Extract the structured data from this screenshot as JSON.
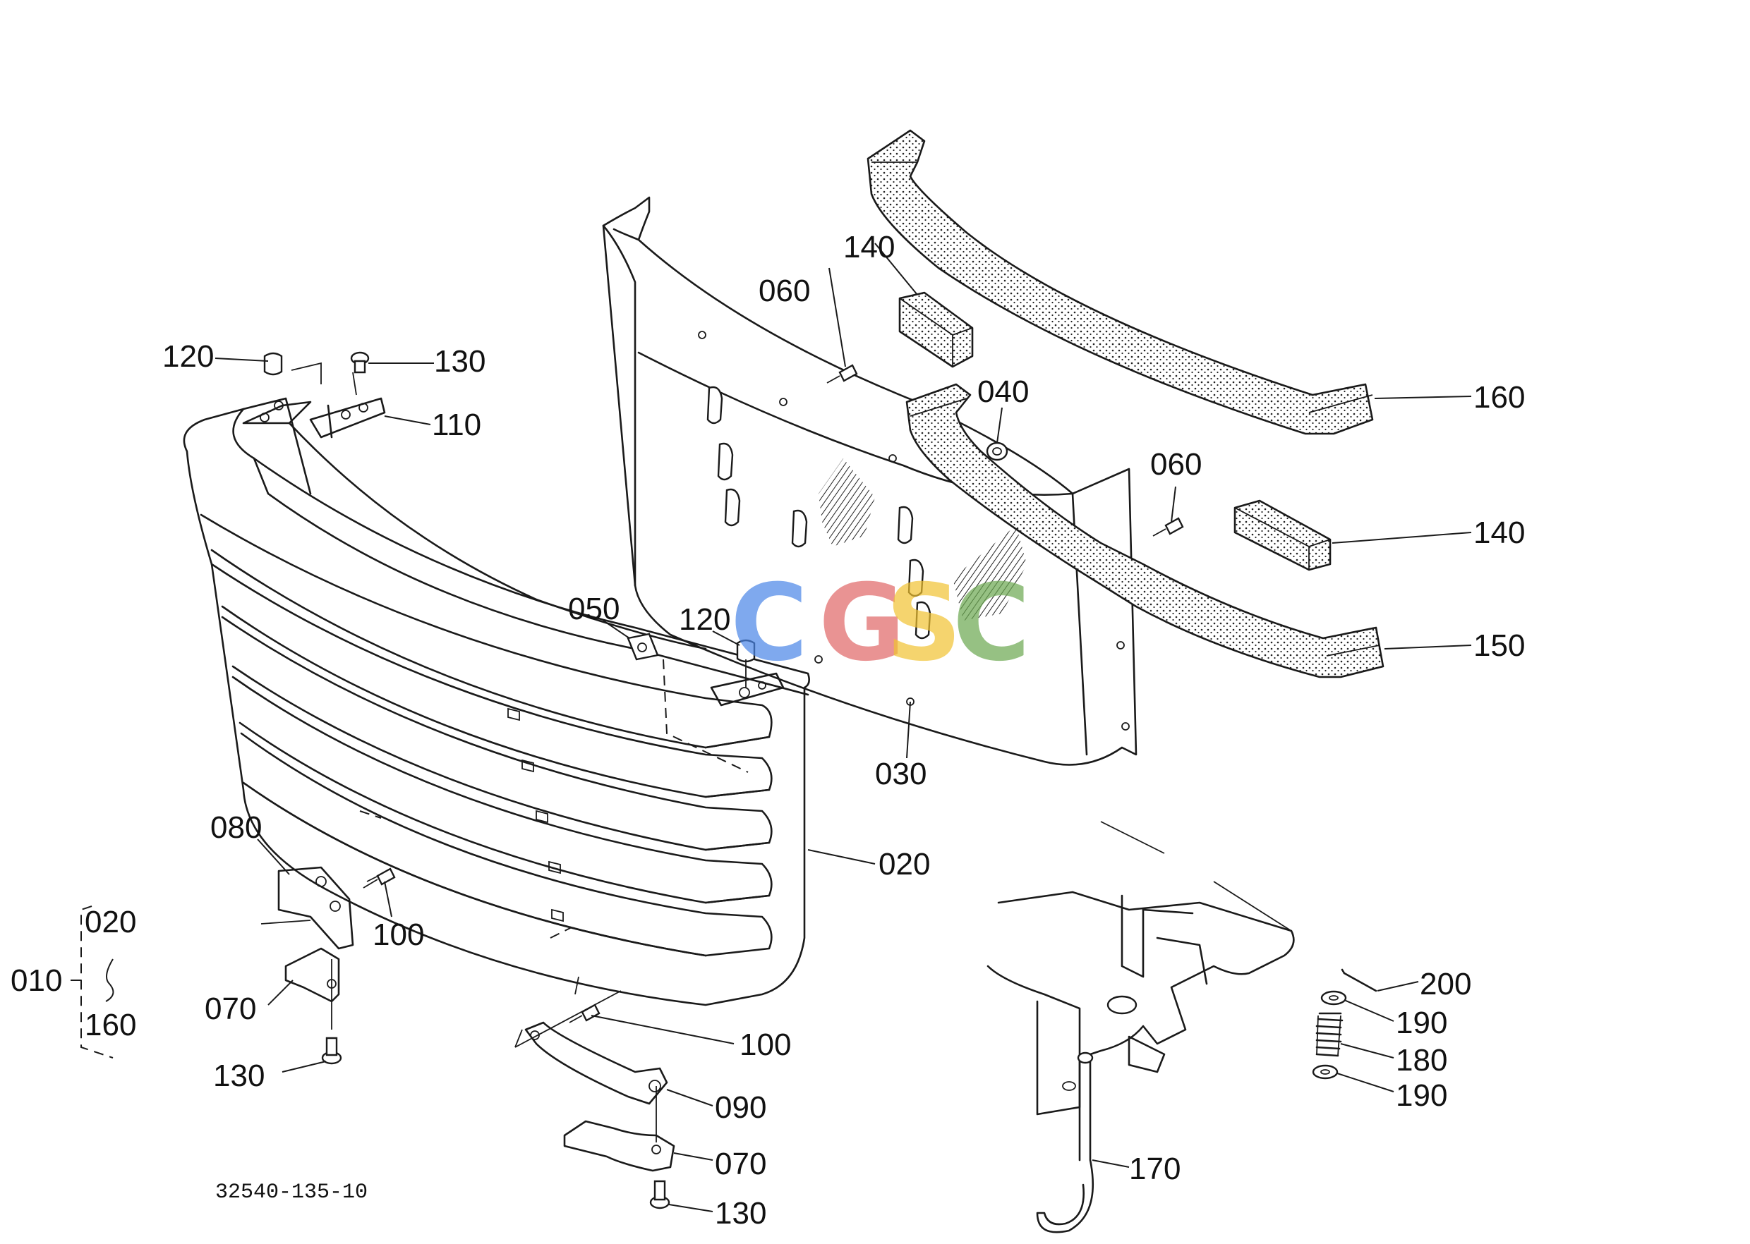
{
  "diagram": {
    "drawing_number": "32540-135-10",
    "watermark": {
      "letters": [
        "C",
        "G",
        "S",
        "C"
      ],
      "colors": [
        "#4a86e8",
        "#e06666",
        "#f1c232",
        "#6aa84f"
      ]
    },
    "callouts": {
      "c010": "010",
      "c020_group": "020",
      "c160_group": "160",
      "c020": "020",
      "c030": "030",
      "c040": "040",
      "c050": "050",
      "c060_a": "060",
      "c060_b": "060",
      "c070_a": "070",
      "c070_b": "070",
      "c080": "080",
      "c090": "090",
      "c100_a": "100",
      "c100_b": "100",
      "c110": "110",
      "c120_a": "120",
      "c120_b": "120",
      "c130_a": "130",
      "c130_b": "130",
      "c130_c": "130",
      "c140_a": "140",
      "c140_b": "140",
      "c150": "150",
      "c160": "160",
      "c170": "170",
      "c180": "180",
      "c190_a": "190",
      "c190_b": "190",
      "c200": "200"
    }
  }
}
